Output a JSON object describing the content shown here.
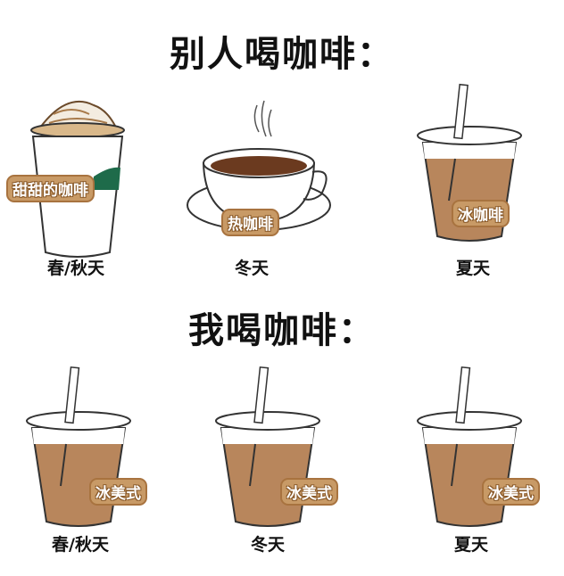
{
  "sections": [
    {
      "title": "别人喝咖啡：",
      "items": [
        {
          "drink": "frappuccino-cup",
          "label": "甜甜的咖啡",
          "season": "春/秋天"
        },
        {
          "drink": "hot-coffee-cup",
          "label": "热咖啡",
          "season": "冬天"
        },
        {
          "drink": "iced-coffee-cup",
          "label": "冰咖啡",
          "season": "夏天"
        }
      ]
    },
    {
      "title": "我喝咖啡：",
      "items": [
        {
          "drink": "iced-americano-cup",
          "label": "冰美式",
          "season": "春/秋天"
        },
        {
          "drink": "iced-americano-cup",
          "label": "冰美式",
          "season": "冬天"
        },
        {
          "drink": "iced-americano-cup",
          "label": "冰美式",
          "season": "夏天"
        }
      ]
    }
  ],
  "colors": {
    "coffee": "#b8865c",
    "hot_coffee": "#6b3a1f",
    "badge_fill": "#c89a66",
    "badge_border": "#a8733f",
    "starbucks_green": "#1e6b4a"
  }
}
